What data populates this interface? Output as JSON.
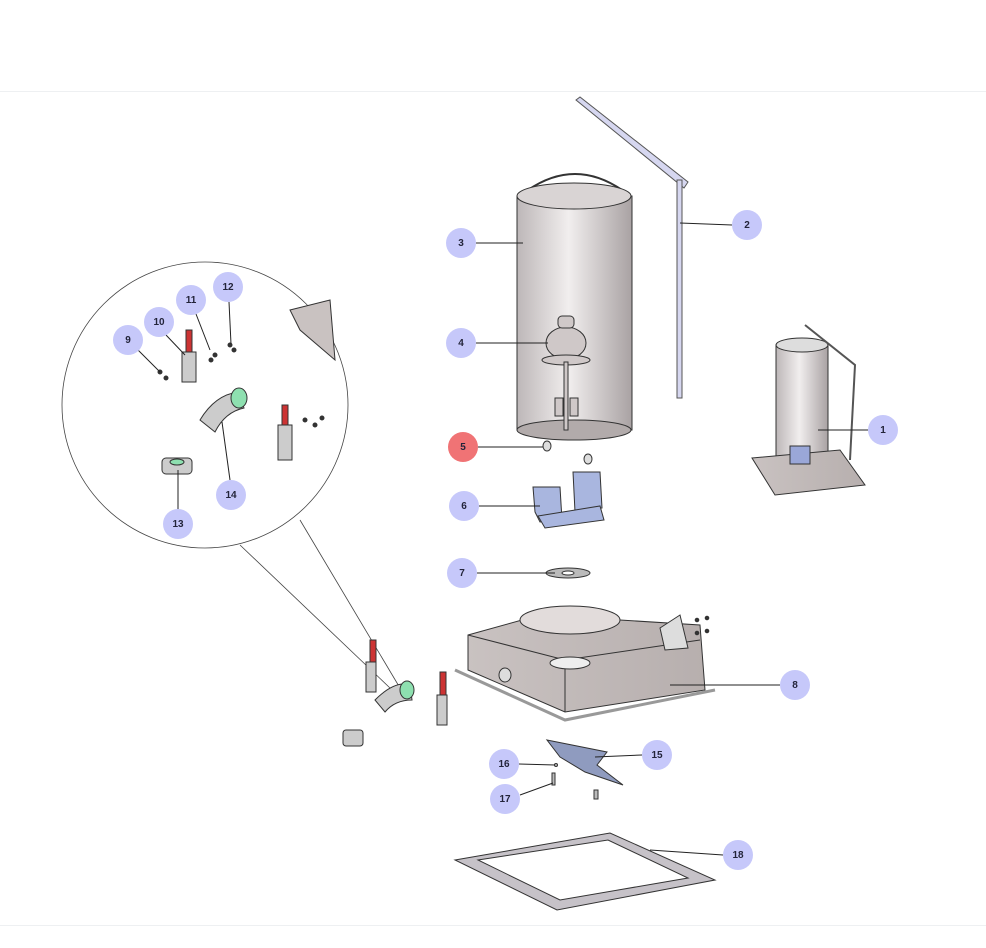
{
  "diagram": {
    "title": "Exploded parts view",
    "colors": {
      "callout": "#c6c8fa",
      "callout_active": "#f07375",
      "leader": "#222222"
    },
    "callouts": [
      {
        "label": "1",
        "active": false
      },
      {
        "label": "2",
        "active": false
      },
      {
        "label": "3",
        "active": false
      },
      {
        "label": "4",
        "active": false
      },
      {
        "label": "5",
        "active": true
      },
      {
        "label": "6",
        "active": false
      },
      {
        "label": "7",
        "active": false
      },
      {
        "label": "8",
        "active": false
      },
      {
        "label": "9",
        "active": false
      },
      {
        "label": "10",
        "active": false
      },
      {
        "label": "11",
        "active": false
      },
      {
        "label": "12",
        "active": false
      },
      {
        "label": "13",
        "active": false
      },
      {
        "label": "14",
        "active": false
      },
      {
        "label": "15",
        "active": false
      },
      {
        "label": "16",
        "active": false
      },
      {
        "label": "17",
        "active": false
      },
      {
        "label": "18",
        "active": false
      }
    ]
  }
}
